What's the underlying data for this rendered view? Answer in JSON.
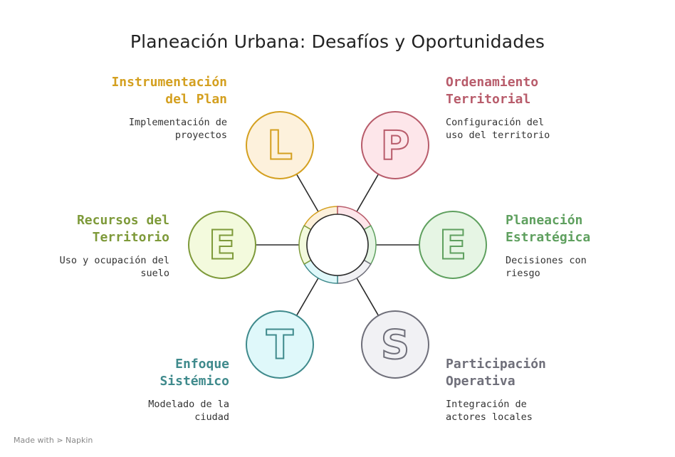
{
  "title": "Planeación Urbana: Desafíos y Oportunidades",
  "nodes": [
    {
      "letter": "L",
      "heading": "Instrumentación\ndel Plan",
      "description": "Implementación de\nproyectos",
      "color": "#d4a020",
      "fill": "#fdf1dc"
    },
    {
      "letter": "P",
      "heading": "Ordenamiento\nTerritorial",
      "description": "Configuración del\nuso del territorio",
      "color": "#b85c6b",
      "fill": "#fde6ea"
    },
    {
      "letter": "E",
      "heading": "Recursos del\nTerritorio",
      "description": "Uso y ocupación del\nsuelo",
      "color": "#7e9a3a",
      "fill": "#f3fadd"
    },
    {
      "letter": "E",
      "heading": "Planeación\nEstratégica",
      "description": "Decisiones con\nriesgo",
      "color": "#5fa05f",
      "fill": "#e6f5e4"
    },
    {
      "letter": "T",
      "heading": "Enfoque\nSistémico",
      "description": "Modelado de la\nciudad",
      "color": "#3f8a8c",
      "fill": "#dff8fa"
    },
    {
      "letter": "S",
      "heading": "Participación\nOperativa",
      "description": "Integración de\nactores locales",
      "color": "#6f6f7a",
      "fill": "#f1f1f4"
    }
  ],
  "footer": {
    "made_with": "Made with",
    "brand": "Napkin"
  }
}
